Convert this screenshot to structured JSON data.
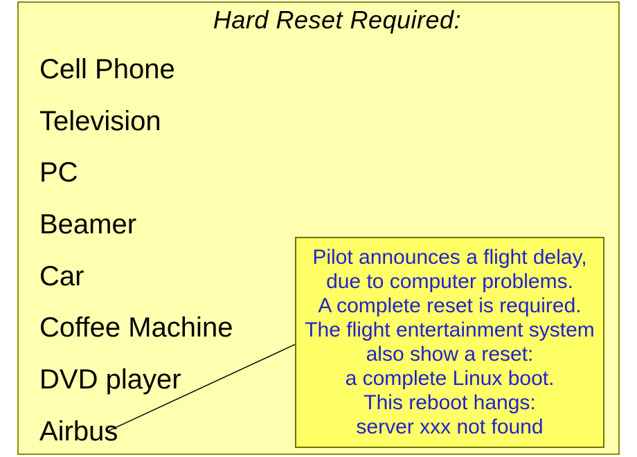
{
  "slide": {
    "title": "Hard Reset Required:",
    "items": [
      "Cell Phone",
      "Television",
      "PC",
      "Beamer",
      "Car",
      "Coffee Machine",
      "DVD player",
      "Airbus"
    ],
    "callout": {
      "lines": [
        "Pilot announces a flight delay,",
        "due to computer problems.",
        "A complete reset is required.",
        "The flight entertainment system",
        "also show a reset:",
        "a complete Linux boot.",
        "This reboot hangs:",
        "server xxx not found"
      ]
    },
    "colors": {
      "page_background": "#FFFFFF",
      "slide_background": "#FFFFB0",
      "slide_border": "#8A8A00",
      "callout_background": "#FFFF66",
      "callout_border": "#737300",
      "callout_text": "#2222CC",
      "body_text": "#000000",
      "connector_line": "#000000"
    }
  }
}
